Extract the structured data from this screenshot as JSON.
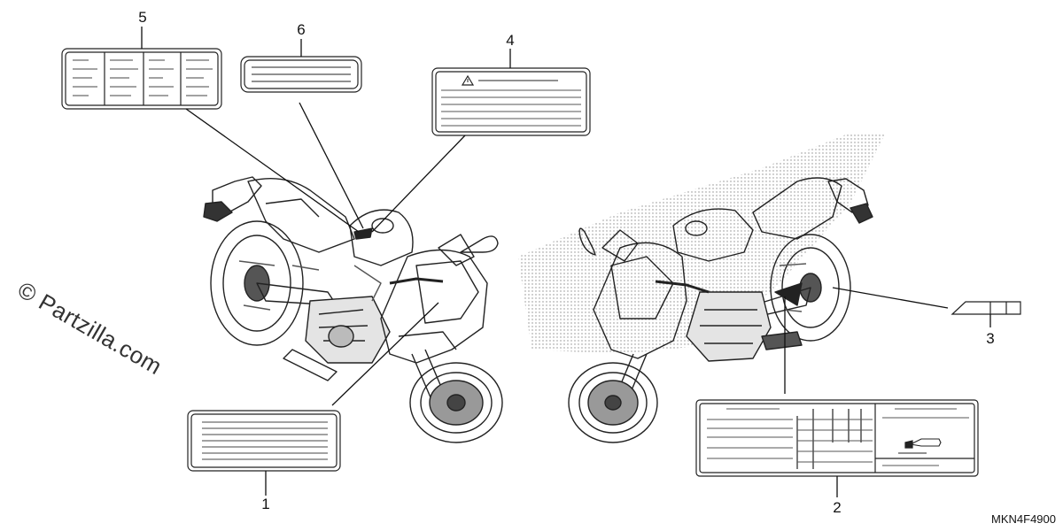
{
  "watermark": "© Partzilla.com",
  "diagram_code": "MKN4F4900",
  "callouts": [
    {
      "id": "1",
      "label": "1"
    },
    {
      "id": "2",
      "label": "2"
    },
    {
      "id": "3",
      "label": "3"
    },
    {
      "id": "4",
      "label": "4"
    },
    {
      "id": "5",
      "label": "5"
    },
    {
      "id": "6",
      "label": "6"
    }
  ],
  "colors": {
    "line": "#222222",
    "stipple": "#777777",
    "background": "#ffffff"
  },
  "icons": {
    "warning": "warning-triangle-icon"
  }
}
